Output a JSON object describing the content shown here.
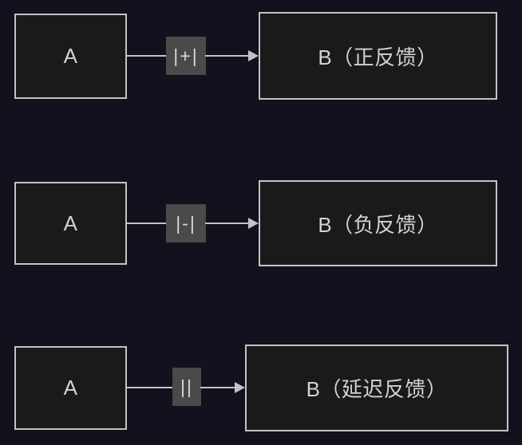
{
  "diagram": {
    "background_color": "#11121d",
    "node_fill_color": "#1a1a1a",
    "node_border_color": "#c3c3c6",
    "edge_color": "#c3c3c6",
    "label_chip_color": "#4a4a4a",
    "text_color": "#d2d2d6",
    "rows": [
      {
        "source_label": "A",
        "edge_label": "|+|",
        "target_label": "B（正反馈）"
      },
      {
        "source_label": "A",
        "edge_label": "|-|",
        "target_label": "B（负反馈）"
      },
      {
        "source_label": "A",
        "edge_label": "||",
        "target_label": "B（延迟反馈）"
      }
    ]
  }
}
